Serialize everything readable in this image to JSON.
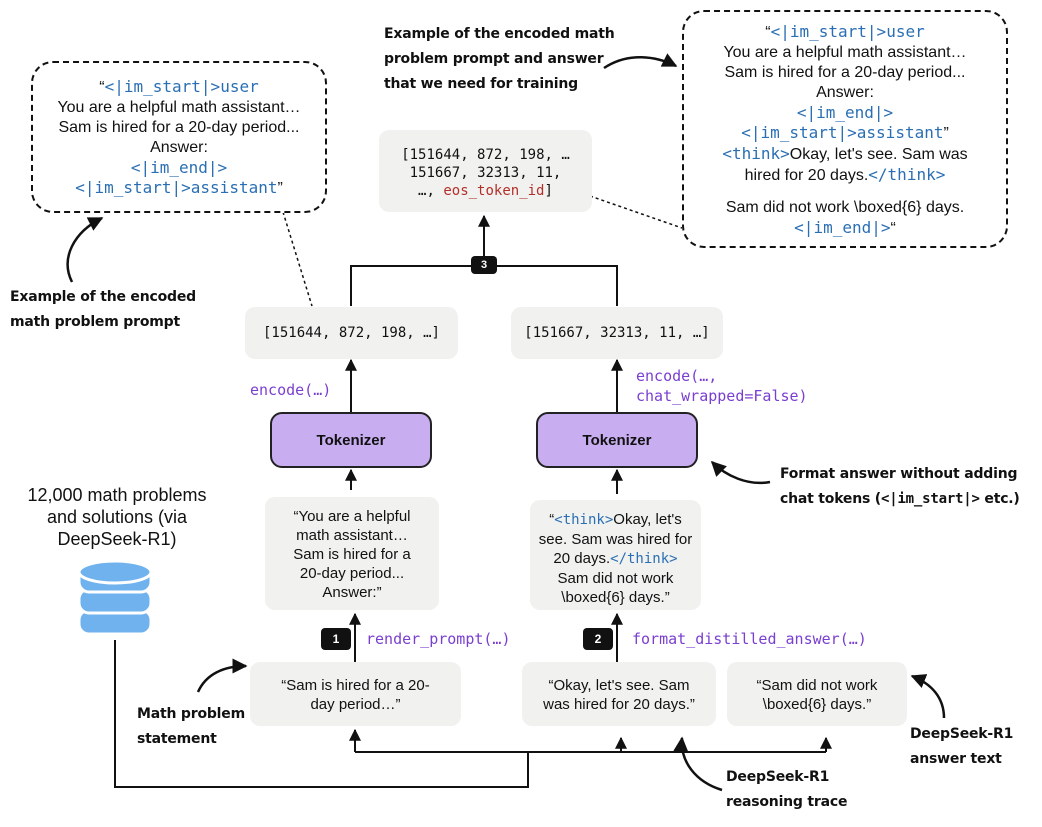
{
  "dataset": {
    "line1": "12,000 math problems",
    "line2": "and solutions (via",
    "line3": "DeepSeek-R1)"
  },
  "annotations": {
    "prompt_example": [
      "Example of the encoded",
      "math problem prompt"
    ],
    "train_example": [
      "Example of the encoded math",
      "problem prompt and answer",
      "that we need for training"
    ],
    "format_answer_l1": "Format answer without adding",
    "format_answer_l2_pre": "chat tokens (",
    "format_answer_l2_code": "<|im_start|>",
    "format_answer_l2_post": " etc.)",
    "math_statement": [
      "Math problem",
      "statement"
    ],
    "reasoning_trace": [
      "DeepSeek-R1",
      "reasoning trace"
    ],
    "answer_text": [
      "DeepSeek-R1",
      "answer text"
    ]
  },
  "prompt_bubble": {
    "quote_open": "“",
    "user_tag": "<|im_start|>user",
    "line2": "You are a helpful math assistant…",
    "line3": "Sam is hired for a 20-day period...",
    "line4": "Answer:",
    "end_tag": "<|im_end|>",
    "assistant_tag": "<|im_start|>assistant",
    "quote_close": "”"
  },
  "train_bubble": {
    "quote_open": "“",
    "user_tag": "<|im_start|>user",
    "line2": "You are a helpful math assistant…",
    "line3": "Sam is hired for a 20-day period...",
    "line4": "Answer:",
    "end_tag": "<|im_end|>",
    "assistant_tag": "<|im_start|>assistant",
    "assistant_quote": "”",
    "think_open": "<think>",
    "think_text1": "Okay, let's see. Sam was",
    "think_text2": "hired for 20 days.",
    "think_close": "</think>",
    "final_answer": "Sam did not work \\boxed{6} days.",
    "end_tag2": "<|im_end|>",
    "quote_close": "“"
  },
  "combined_tokens": {
    "line1": "[151644, 872, 198, …",
    "line2": "151667, 32313, 11,",
    "line3_pre": "…, ",
    "eos": "eos_token_id",
    "line3_post": "]"
  },
  "step_badges": [
    "1",
    "2",
    "3"
  ],
  "left_tokens": "[151644, 872, 198, …]",
  "right_tokens": "[151667, 32313, 11, …]",
  "left_encode": "encode(…)",
  "right_encode_l1": "encode(…,",
  "right_encode_l2": "chat_wrapped=False)",
  "tokenizer_label": "Tokenizer",
  "rendered_prompt": {
    "line1": "“You are a helpful",
    "line2": "math assistant…",
    "line3": "Sam is hired for a",
    "line4": "20-day period...",
    "line5": "Answer:”"
  },
  "distilled_answer": {
    "quote_open": "“",
    "think_open": "<think>",
    "line1_text": "Okay, let's",
    "line2": "see. Sam was hired for",
    "line3_text": "20 days.",
    "think_close": "</think>",
    "line4": "Sam did not work",
    "line5": "\\boxed{6} days.”"
  },
  "render_prompt_fn": "render_prompt(…)",
  "format_answer_fn": "format_distilled_answer(…)",
  "problem_statement": {
    "line1": "“Sam is hired for a 20-",
    "line2": "day period…”"
  },
  "reasoning": {
    "line1": "“Okay, let's see. Sam",
    "line2": "was hired for 20 days.”"
  },
  "answer": {
    "line1": "“Sam did not work",
    "line2": "\\boxed{6} days.”"
  },
  "colors": {
    "token_blue": "#2a6fb3",
    "function_purple": "#7a3fd0",
    "eos_red": "#b2302a",
    "tokenizer_fill": "#c8aef0",
    "database_blue": "#6fb2ee",
    "box_gray": "#f1f1ef"
  }
}
